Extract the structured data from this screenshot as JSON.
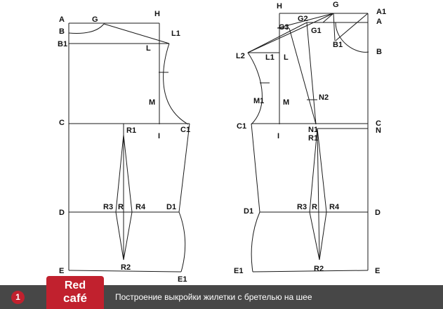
{
  "caption": {
    "number": "1",
    "text": "Построение выкройки жилетки с бретелью на шее"
  },
  "logo": {
    "line1": "Red",
    "line2": "café"
  },
  "colors": {
    "footer": "#474747",
    "brand": "#c1212e",
    "line": "#1a1a1a"
  },
  "pattern": {
    "left_labels": [
      "A",
      "G",
      "H",
      "B",
      "L1",
      "B1",
      "L",
      "M",
      "C",
      "R1",
      "I",
      "C1",
      "R3",
      "R",
      "R4",
      "D",
      "D1",
      "R2",
      "E",
      "E1"
    ],
    "right_labels": [
      "H",
      "G",
      "A1",
      "G2",
      "A",
      "G3",
      "G1",
      "B1",
      "B",
      "L2",
      "L1",
      "L",
      "M1",
      "M",
      "N2",
      "C1",
      "C",
      "N1",
      "N",
      "I",
      "R1",
      "D1",
      "R3",
      "R",
      "R4",
      "D",
      "E1",
      "R2",
      "E"
    ]
  }
}
